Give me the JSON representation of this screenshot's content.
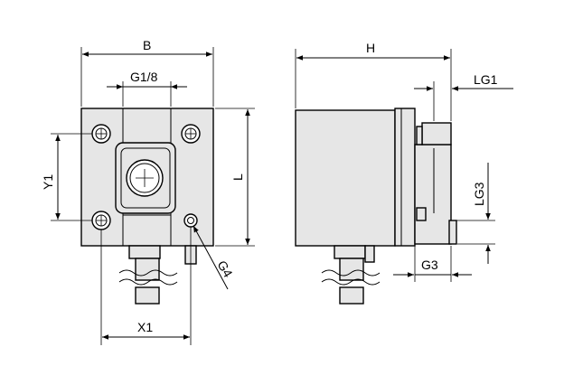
{
  "front_view": {
    "dim_B": "B",
    "dim_G1_8": "G1/8",
    "dim_Y1": "Y1",
    "dim_L": "L",
    "dim_X1": "X1",
    "dim_G4": "G4"
  },
  "side_view": {
    "dim_H": "H",
    "dim_LG1": "LG1",
    "dim_LG3": "LG3",
    "dim_G3": "G3"
  }
}
